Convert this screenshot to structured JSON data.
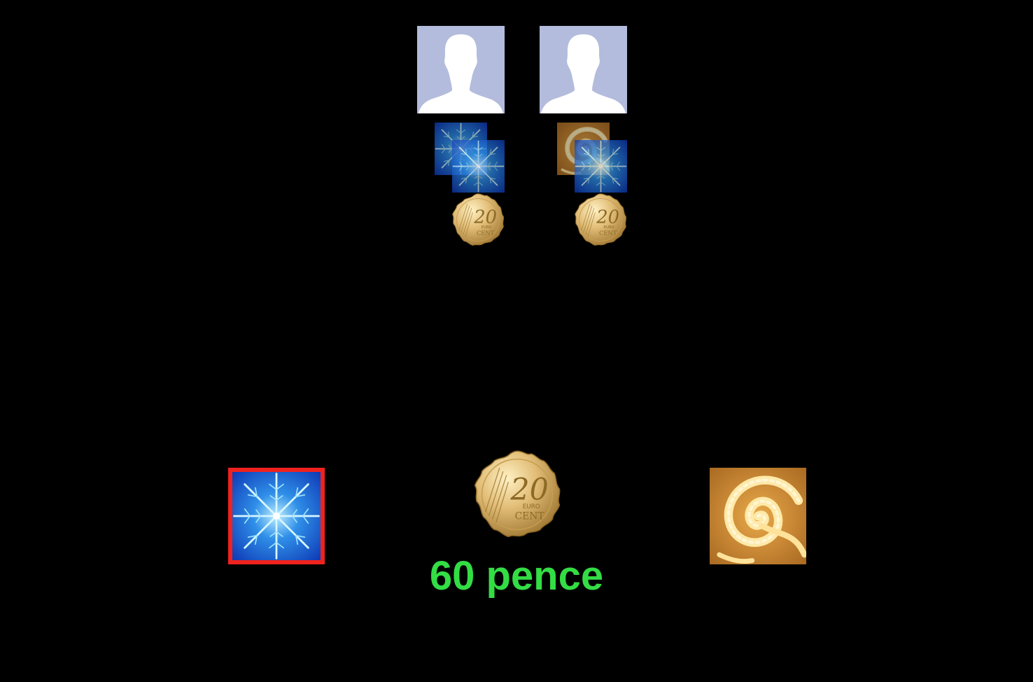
{
  "players": [
    {
      "avatar_icon": "default-profile-silhouette-icon",
      "history_tiles": [
        "blue-fractal",
        "blue-fractal"
      ],
      "coin_icon": "euro-20-cent-coin-icon"
    },
    {
      "avatar_icon": "default-profile-silhouette-icon",
      "history_tiles": [
        "orange-spiral-fractal",
        "blue-fractal"
      ],
      "coin_icon": "euro-20-cent-coin-icon"
    }
  ],
  "choices": [
    {
      "pattern": "blue-fractal",
      "selected": true
    },
    {
      "pattern": "orange-spiral-fractal",
      "selected": false
    }
  ],
  "center_coin_icon": "euro-20-cent-coin-icon",
  "payout_text": "60 pence",
  "colors": {
    "background": "#000000",
    "avatar_bg": "#b3bcdc",
    "selection_border": "#f0221e",
    "payout_text": "#33dd44",
    "coin_gold": "#d9b268"
  }
}
